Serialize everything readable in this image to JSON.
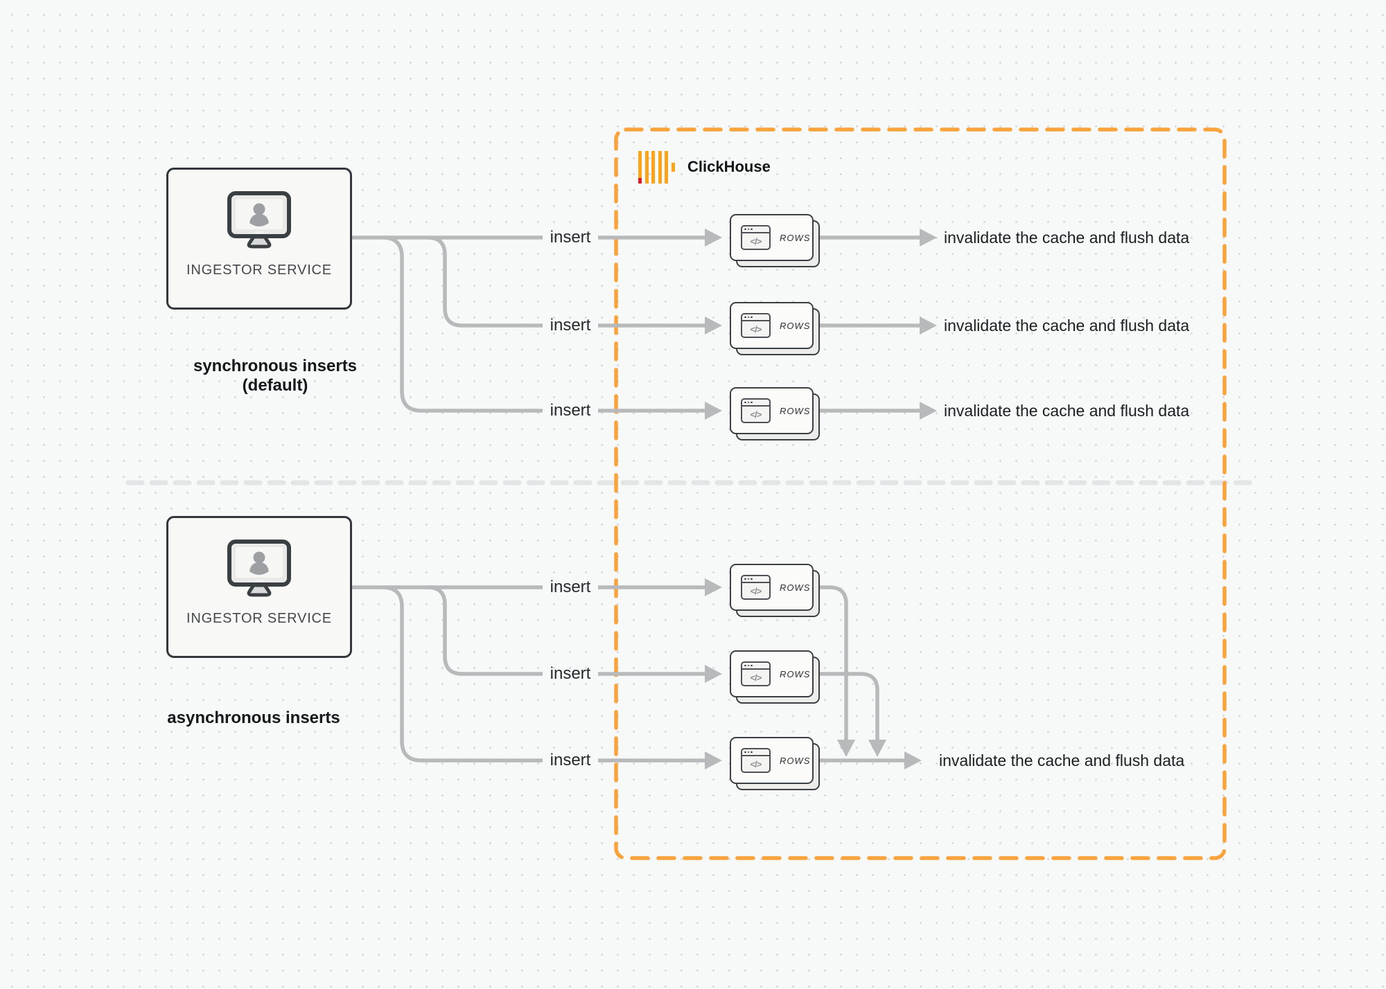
{
  "clickhouse": {
    "label": "ClickHouse"
  },
  "icons": {
    "code_glyph": "</>"
  },
  "sync": {
    "service_label": "INGESTOR SERVICE",
    "caption": "synchronous inserts (default)",
    "rows": [
      {
        "insert_label": "insert",
        "rows_label": "ROWS",
        "result_label": "invalidate the cache and flush data"
      },
      {
        "insert_label": "insert",
        "rows_label": "ROWS",
        "result_label": "invalidate the cache and flush data"
      },
      {
        "insert_label": "insert",
        "rows_label": "ROWS",
        "result_label": "invalidate the cache and flush data"
      }
    ]
  },
  "async": {
    "service_label": "INGESTOR SERVICE",
    "caption": "asynchronous inserts",
    "rows": [
      {
        "insert_label": "insert",
        "rows_label": "ROWS"
      },
      {
        "insert_label": "insert",
        "rows_label": "ROWS"
      },
      {
        "insert_label": "insert",
        "rows_label": "ROWS",
        "result_label": "invalidate the cache and flush data"
      }
    ]
  },
  "colors": {
    "accent_orange": "#F9A33C",
    "logo_red": "#E01A27",
    "connector_gray": "#B7B9BA",
    "divider_gray": "#E3E4E6",
    "card_border_dark": "#32373B"
  }
}
